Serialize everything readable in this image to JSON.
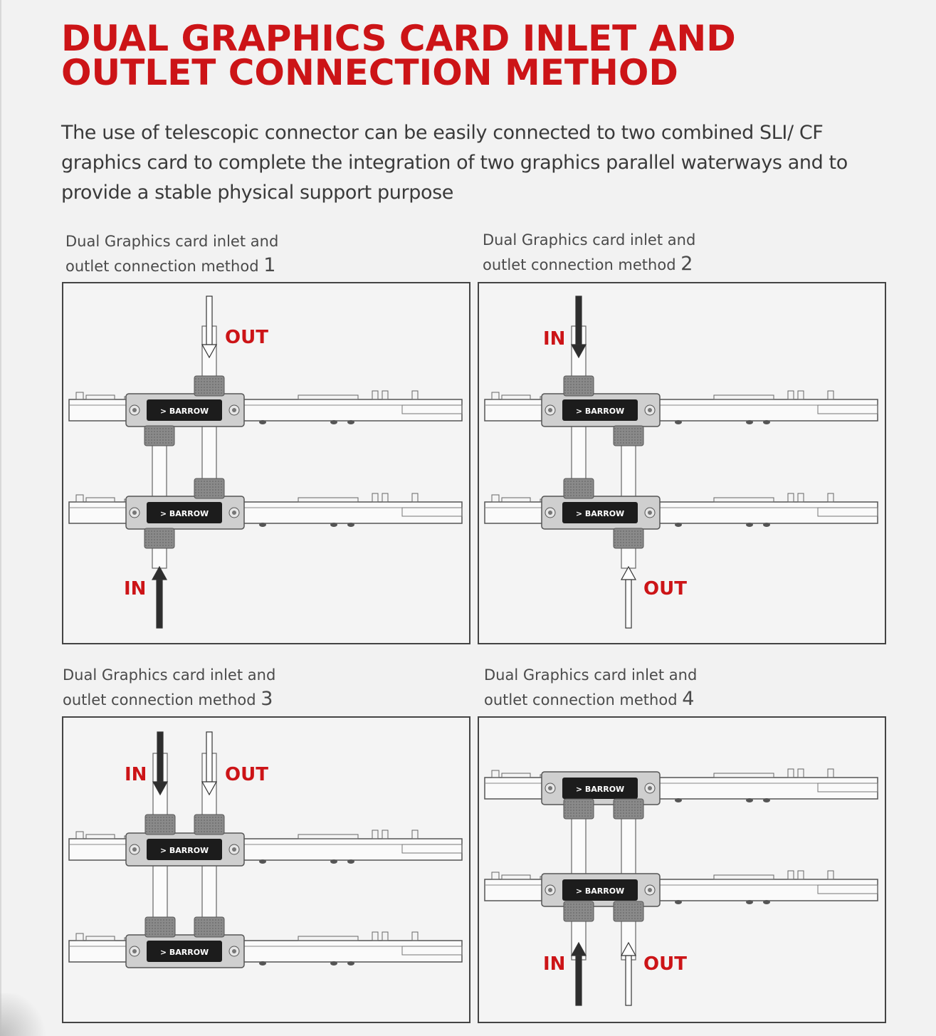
{
  "header": {
    "title_line1": "DUAL GRAPHICS CARD INLET AND",
    "title_line2": "OUTLET CONNECTION METHOD",
    "description": "The use of telescopic connector can be easily connected to two combined SLI/ CF graphics card to complete the integration of two graphics parallel waterways and to provide a stable physical support purpose"
  },
  "brand": "BARROW",
  "colors": {
    "accent": "#cc1417",
    "text": "#3a3a3a",
    "frame": "#444444"
  },
  "methods": [
    {
      "caption_line1": "Dual Graphics card inlet and",
      "caption_line2": "outlet connection method",
      "number": "1",
      "label_a": "OUT",
      "label_b": "IN"
    },
    {
      "caption_line1": "Dual Graphics card inlet and",
      "caption_line2": "outlet connection method",
      "number": "2",
      "label_a": "IN",
      "label_b": "OUT"
    },
    {
      "caption_line1": "Dual Graphics card inlet and",
      "caption_line2": "outlet connection method",
      "number": "3",
      "label_a": "IN",
      "label_b": "OUT"
    },
    {
      "caption_line1": "Dual Graphics card inlet and",
      "caption_line2": "outlet connection method",
      "number": "4",
      "label_a": "IN",
      "label_b": "OUT"
    }
  ]
}
